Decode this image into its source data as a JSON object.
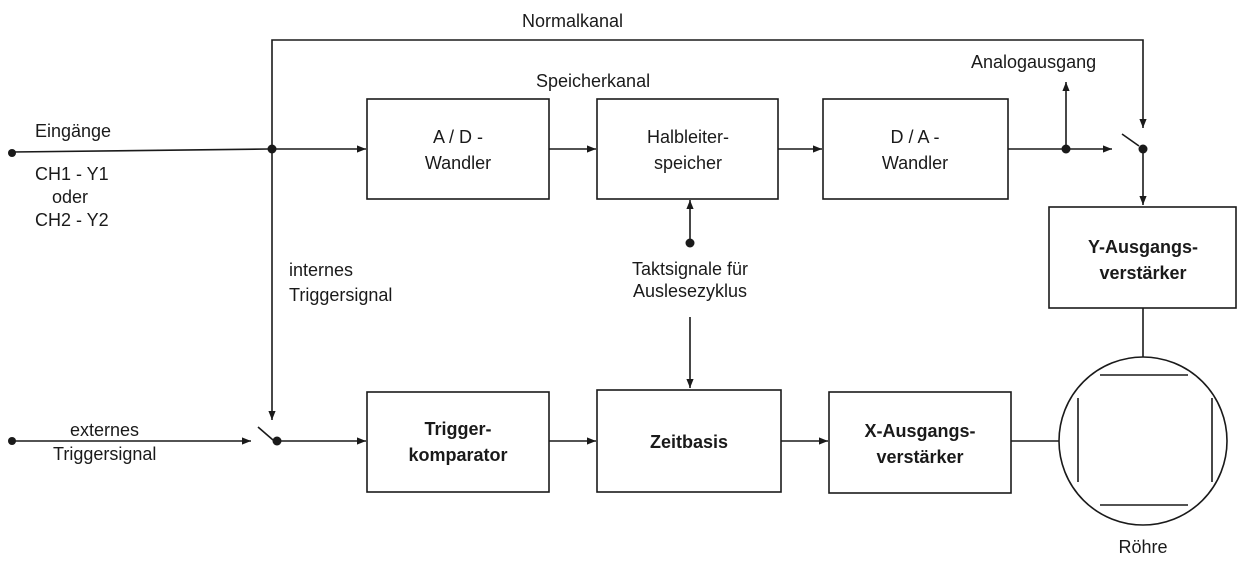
{
  "labels": {
    "normalkanal": "Normalkanal",
    "speicherkanal": "Speicherkanal",
    "analogausgang": "Analogausgang",
    "eingaenge": "Eingänge",
    "ch1": "CH1 - Y1",
    "oder": "oder",
    "ch2": "CH2 - Y2",
    "internes_1": "internes",
    "internes_2": "Triggersignal",
    "externes_1": "externes",
    "externes_2": "Triggersignal",
    "takt_1": "Taktsignale für",
    "takt_2": "Auslesezyklus",
    "roehre": "Röhre"
  },
  "blocks": {
    "ad": [
      "A / D -",
      "Wandler"
    ],
    "speicher": [
      "Halbleiter-",
      "speicher"
    ],
    "da": [
      "D / A -",
      "Wandler"
    ],
    "y_verstaerker": [
      "Y-Ausgangs-",
      "verstärker"
    ],
    "trigger": [
      "Trigger-",
      "komparator"
    ],
    "zeitbasis": [
      "Zeitbasis"
    ],
    "x_verstaerker": [
      "X-Ausgangs-",
      "verstärker"
    ]
  }
}
